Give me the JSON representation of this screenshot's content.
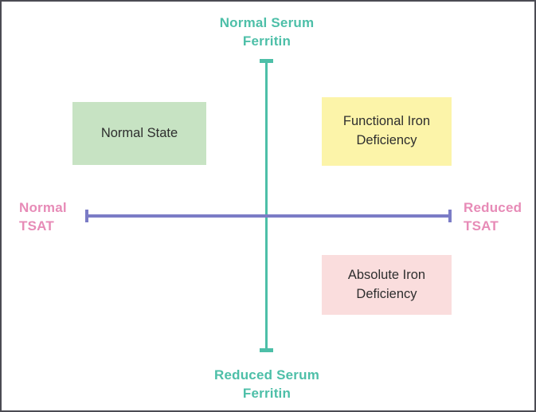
{
  "diagram": {
    "type": "quadrant",
    "background_color": "#ffffff",
    "border_color": "#4b4b53",
    "axes": {
      "vertical": {
        "name": "serum-ferritin-axis",
        "color": "#4dbfa8",
        "top_label": "Normal Serum\nFerritin",
        "top_label_line1": "Normal Serum",
        "top_label_line2": "Ferritin",
        "bottom_label_line1": "Reduced Serum",
        "bottom_label_line2": "Ferritin"
      },
      "horizontal": {
        "name": "tsat-axis",
        "color": "#7b7cc6",
        "left_label_line1": "Normal",
        "left_label_line2": "TSAT",
        "right_label_line1": "Reduced",
        "right_label_line2": "TSAT"
      }
    },
    "quadrant_boxes": [
      {
        "id": "normal-state",
        "label": "Normal State",
        "label_line1": "Normal State",
        "label_line2": "",
        "fill_color": "#c7e3c3",
        "text_color": "#2e2e2e",
        "quadrant": "top-left"
      },
      {
        "id": "functional-iron-deficiency",
        "label": "Functional Iron Deficiency",
        "label_line1": "Functional Iron",
        "label_line2": "Deficiency",
        "fill_color": "#fcf4a9",
        "text_color": "#2e2e2e",
        "quadrant": "top-right"
      },
      {
        "id": "absolute-iron-deficiency",
        "label": "Absolute Iron Deficiency",
        "label_line1": "Absolute Iron",
        "label_line2": "Deficiency",
        "fill_color": "#fadddd",
        "text_color": "#2e2e2e",
        "quadrant": "bottom-right"
      }
    ]
  }
}
